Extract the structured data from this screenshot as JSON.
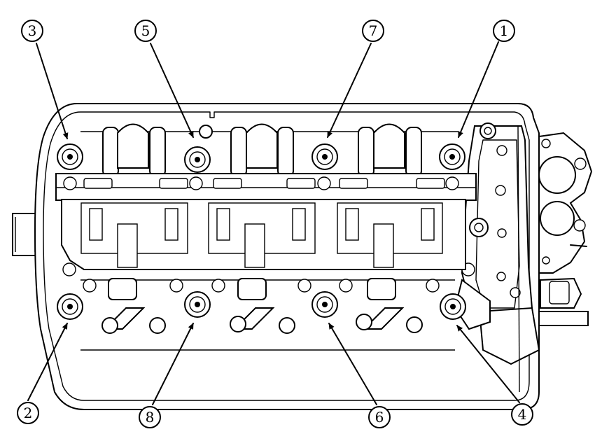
{
  "callouts": [
    {
      "number": "1",
      "bolt": 1
    },
    {
      "number": "2",
      "bolt": 2
    },
    {
      "number": "3",
      "bolt": 3
    },
    {
      "number": "4",
      "bolt": 4
    },
    {
      "number": "5",
      "bolt": 5
    },
    {
      "number": "6",
      "bolt": 6
    },
    {
      "number": "7",
      "bolt": 7
    },
    {
      "number": "8",
      "bolt": 8
    }
  ]
}
